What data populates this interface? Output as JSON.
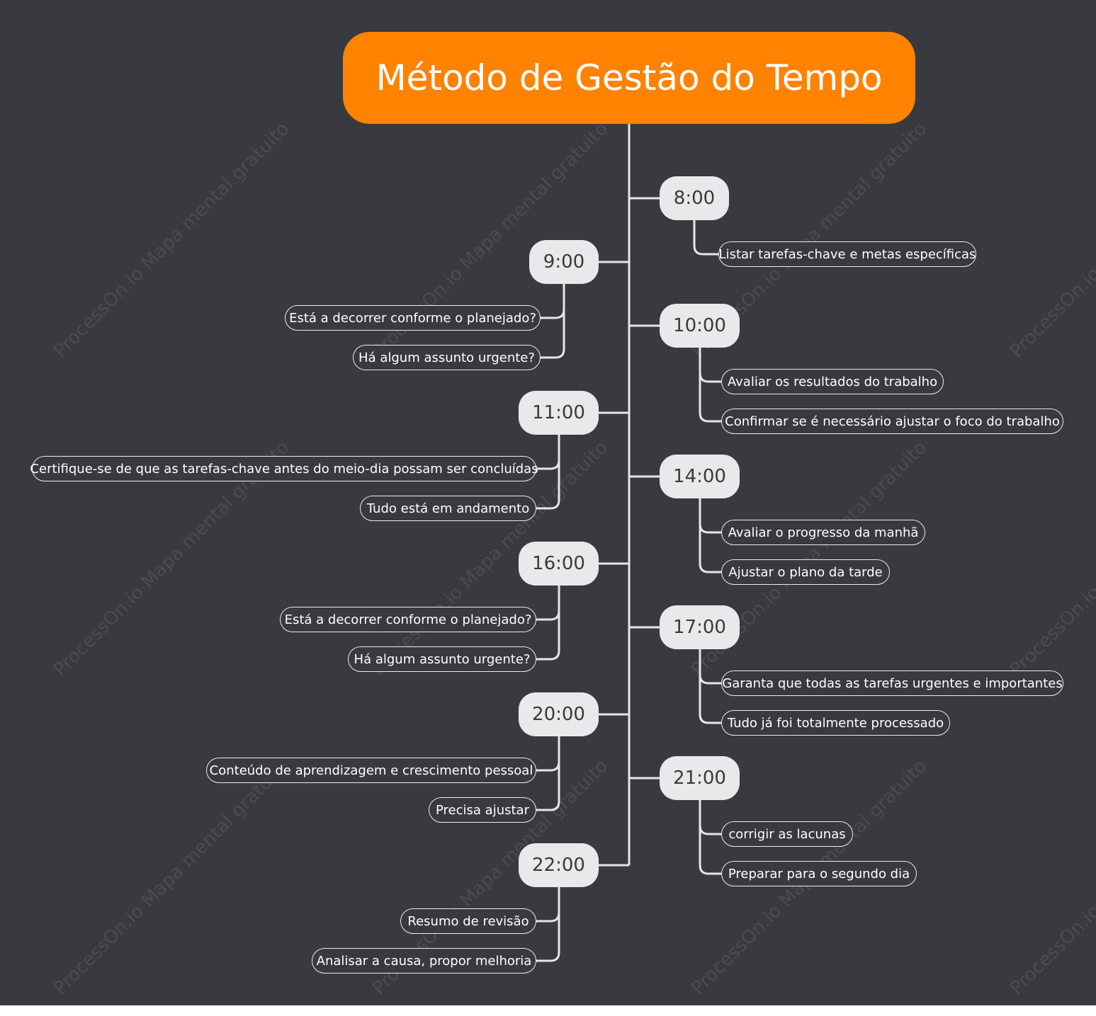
{
  "title": "Método de Gestão do Tempo",
  "watermark": "ProcessOn.io Mapa mental gratuito",
  "colors": {
    "background": "#383a3f",
    "root": "#ff8200",
    "time_node": "#e9e9eb",
    "connector": "#e6e6e6"
  },
  "nodes": [
    {
      "time": "8:00",
      "tasks": [
        "Listar tarefas-chave e metas específicas"
      ]
    },
    {
      "time": "9:00",
      "tasks": [
        "Está a decorrer conforme o planejado?",
        "Há algum assunto urgente?"
      ]
    },
    {
      "time": "10:00",
      "tasks": [
        "Avaliar os resultados do trabalho",
        "Confirmar se é necessário ajustar o foco do trabalho"
      ]
    },
    {
      "time": "11:00",
      "tasks": [
        "Certifique-se de que as tarefas-chave antes do meio-dia possam ser concluídas",
        "Tudo está em andamento"
      ]
    },
    {
      "time": "14:00",
      "tasks": [
        "Avaliar o progresso da manhã",
        "Ajustar o plano da tarde"
      ]
    },
    {
      "time": "16:00",
      "tasks": [
        "Está a decorrer conforme o planejado?",
        "Há algum assunto urgente?"
      ]
    },
    {
      "time": "17:00",
      "tasks": [
        "Garanta que todas as tarefas urgentes e importantes",
        "Tudo já foi totalmente processado"
      ]
    },
    {
      "time": "20:00",
      "tasks": [
        "Conteúdo de aprendizagem e crescimento pessoal",
        "Precisa ajustar"
      ]
    },
    {
      "time": "21:00",
      "tasks": [
        "corrigir as lacunas",
        "Preparar para o segundo dia"
      ]
    },
    {
      "time": "22:00",
      "tasks": [
        "Resumo de revisão",
        "Analisar a causa, propor melhoria"
      ]
    }
  ]
}
